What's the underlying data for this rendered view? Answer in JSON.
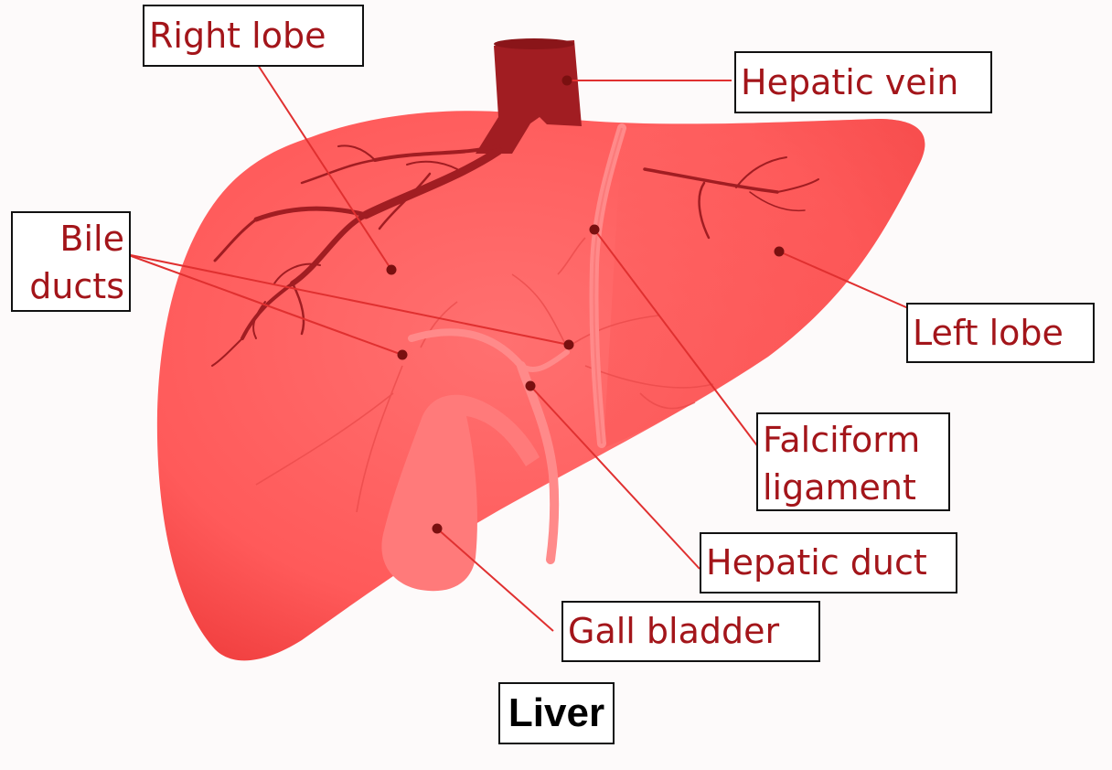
{
  "title": "Liver",
  "labels": {
    "right_lobe": "Right lobe",
    "hepatic_vein": "Hepatic vein",
    "bile_ducts": "Bile ducts",
    "left_lobe": "Left lobe",
    "falciform_ligament": "Falciform ligament",
    "hepatic_duct": "Hepatic duct",
    "gall_bladder": "Gall bladder"
  },
  "colors": {
    "liver_fill": "#ff5d5d",
    "liver_shadow": "#f24646",
    "vein": "#a11d22",
    "duct": "#ff8a8a",
    "gall_bladder": "#ff7676",
    "label_text": "#a3151a",
    "leader_line": "#e03030",
    "dot": "#7a1010"
  }
}
